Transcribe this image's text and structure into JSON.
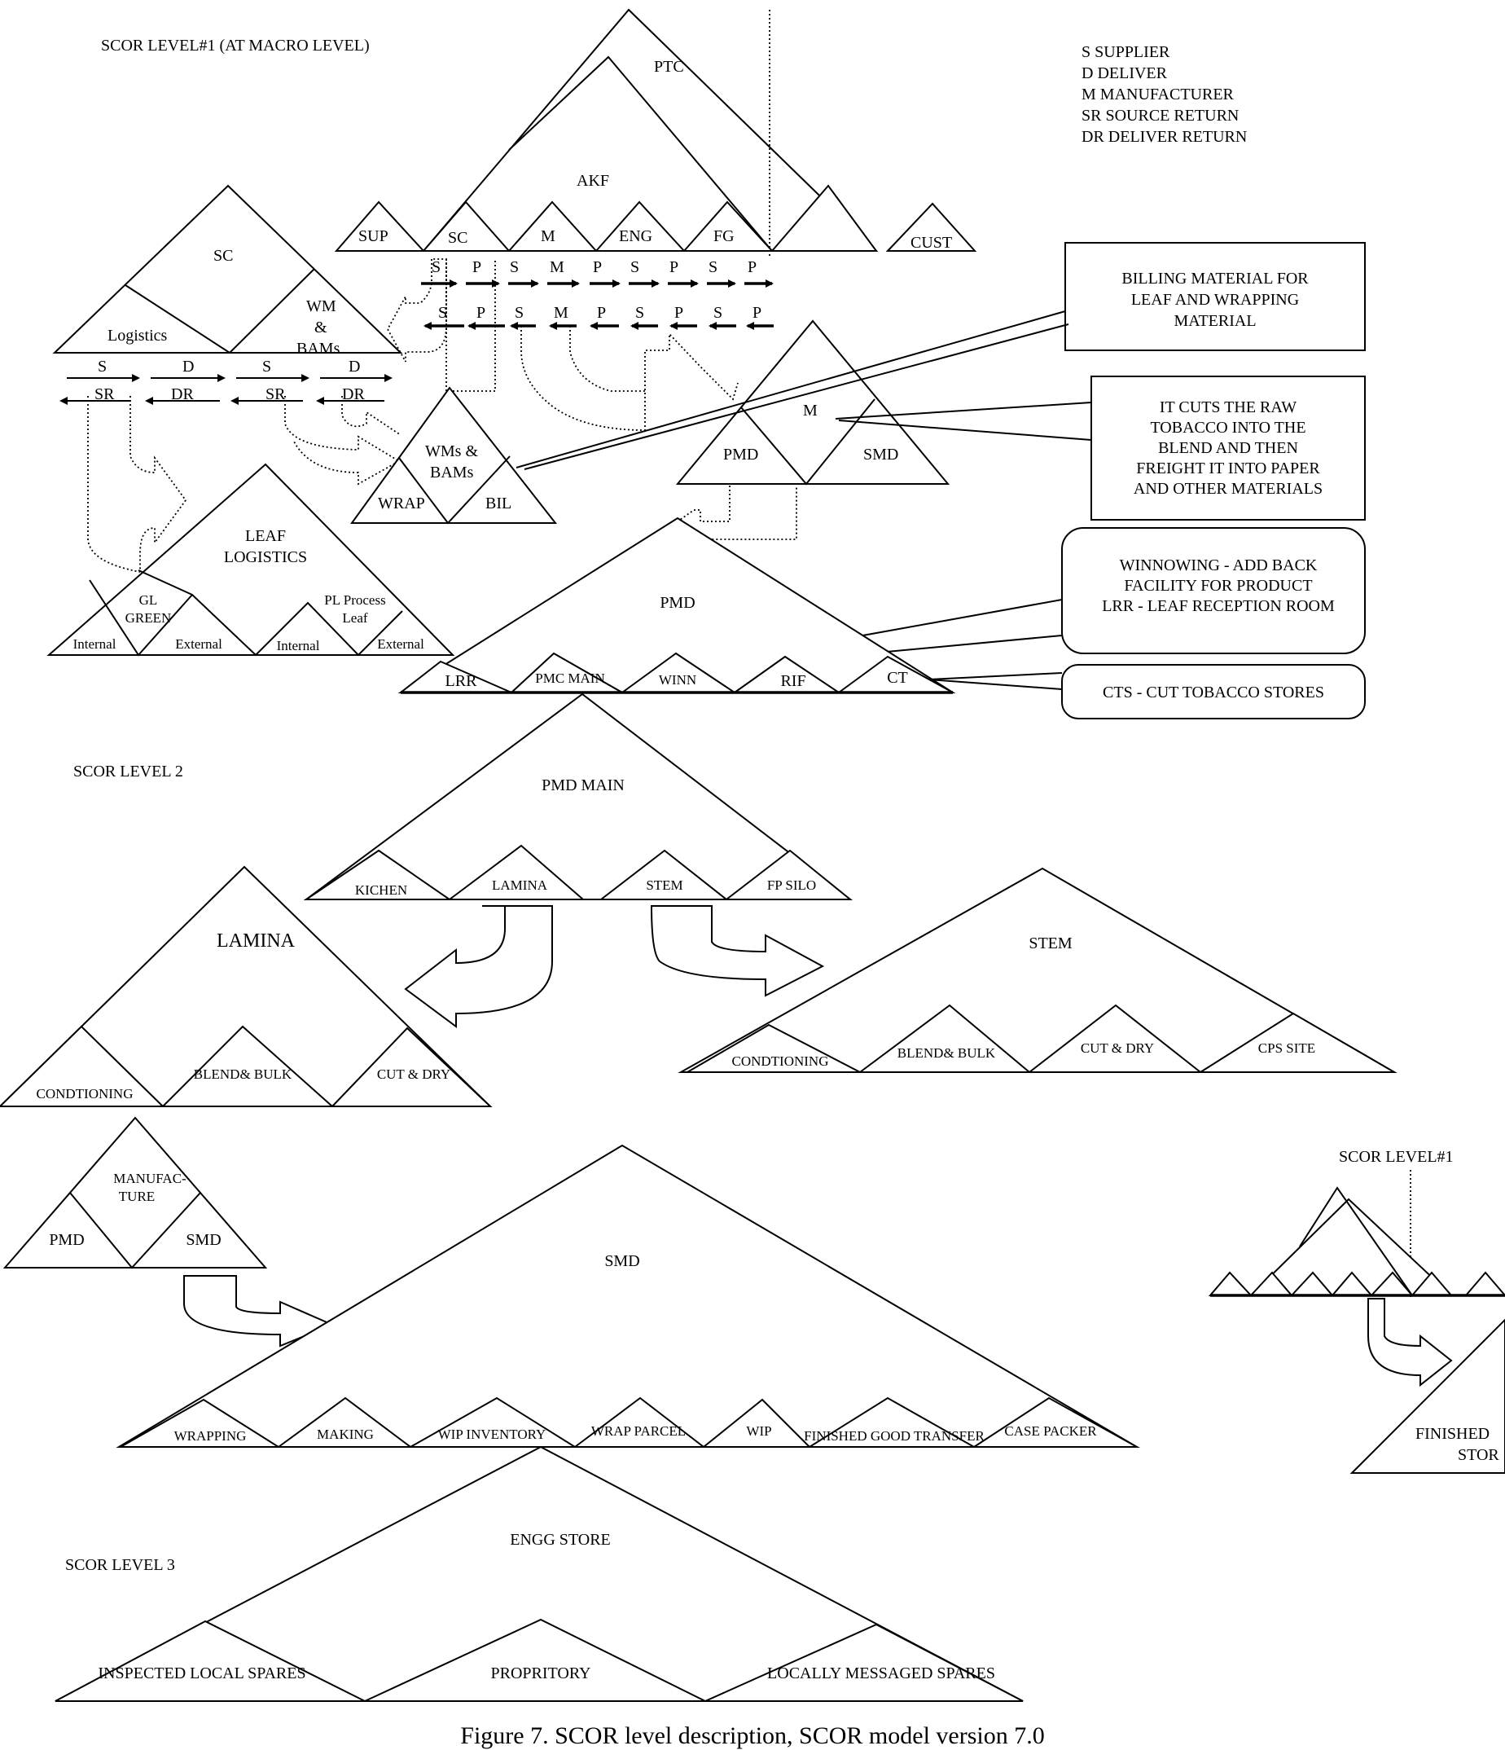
{
  "header": {
    "level1_title": "SCOR LEVEL#1 (AT MACRO LEVEL)",
    "level2_title": "SCOR LEVEL 2",
    "level3_title": "SCOR LEVEL 3",
    "level1_small": "SCOR LEVEL#1"
  },
  "legend": [
    "S  SUPPLIER",
    "D  DELIVER",
    "M  MANUFACTURER",
    "SR  SOURCE RETURN",
    "DR  DELIVER RETURN"
  ],
  "ptc": {
    "top": "PTC",
    "mid": "AKF",
    "cells": [
      "SC",
      "M",
      "ENG",
      "FG"
    ],
    "sup": "SUP",
    "cust": "CUST",
    "flow_top": [
      "S",
      "P",
      "S",
      "M",
      "P",
      "S",
      "P",
      "S",
      "P"
    ],
    "flow_bottom": [
      "S",
      "P",
      "S",
      "M",
      "P",
      "S",
      "P",
      "S",
      "P"
    ]
  },
  "sc": {
    "top": "SC",
    "left": "Logistics",
    "right_lines": [
      "WM",
      "&",
      "BAMs"
    ],
    "flow_top": [
      "S",
      "D",
      "S",
      "D"
    ],
    "flow_bottom": [
      "SR",
      "DR",
      "SR",
      "DR"
    ]
  },
  "wms": {
    "top_lines": [
      "WMs &",
      "BAMs"
    ],
    "left": "WRAP",
    "right": "BIL"
  },
  "m_triangle": {
    "top": "M",
    "left": "PMD",
    "right": "SMD"
  },
  "leaf": {
    "title_lines": [
      "LEAF",
      "LOGISTICS"
    ],
    "gl_lines": [
      "GL",
      "GREEN"
    ],
    "pl_lines": [
      "PL Process",
      "Leaf"
    ],
    "cells": [
      "Internal",
      "External",
      "Internal",
      "External"
    ]
  },
  "pmd": {
    "title": "PMD",
    "cells": [
      "LRR",
      "PMC MAIN",
      "WINN",
      "RIF",
      "CT"
    ]
  },
  "notes": {
    "billing": [
      "BILLING MATERIAL FOR",
      "LEAF AND WRAPPING",
      "MATERIAL"
    ],
    "cuts": [
      "IT CUTS THE RAW",
      "TOBACCO INTO THE",
      "BLEND AND THEN",
      "FREIGHT IT INTO PAPER",
      "AND OTHER MATERIALS"
    ],
    "winnowing": [
      "WINNOWING - ADD BACK",
      "FACILITY FOR PRODUCT",
      "LRR - LEAF RECEPTION ROOM"
    ],
    "cts": "CTS - CUT TOBACCO STORES"
  },
  "pmd_main": {
    "title": "PMD MAIN",
    "cells": [
      "KICHEN",
      "LAMINA",
      "STEM",
      "FP SILO"
    ]
  },
  "lamina": {
    "title": "LAMINA",
    "cells": [
      "CONDTIONING",
      "BLEND& BULK",
      "CUT & DRY"
    ]
  },
  "stem": {
    "title": "STEM",
    "cells": [
      "CONDTIONING",
      "BLEND& BULK",
      "CUT & DRY",
      "CPS  SITE"
    ]
  },
  "manufacture": {
    "top_lines": [
      "MANUFAC-",
      "TURE"
    ],
    "left": "PMD",
    "right": "SMD"
  },
  "smd": {
    "title": "SMD",
    "cells": [
      "WRAPPING",
      "MAKING",
      "WIP INVENTORY",
      "WRAP PARCEL",
      "WIP",
      "FINISHED GOOD  TRANSFER",
      "CASE PACKER"
    ]
  },
  "finished": {
    "lines": [
      "FINISHED",
      "STOR"
    ]
  },
  "engg": {
    "title": "ENGG STORE",
    "cells": [
      "INSPECTED LOCAL SPARES",
      "PROPRITORY",
      "LOCALLY MESSAGED SPARES"
    ]
  },
  "caption": "Figure 7. SCOR level description, SCOR model version 7.0"
}
